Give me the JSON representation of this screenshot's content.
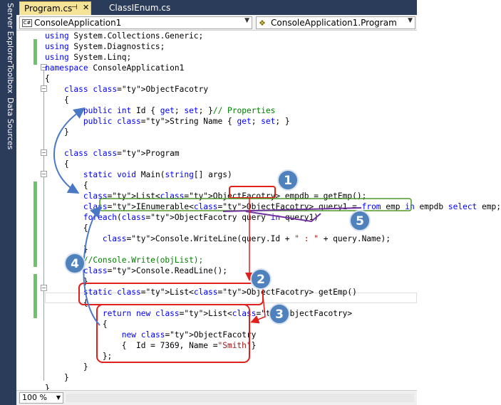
{
  "sidebar": {
    "tabs": [
      {
        "label": "Server Explorer"
      },
      {
        "label": "Toolbox"
      },
      {
        "label": "Data Sources"
      }
    ]
  },
  "tabs": [
    {
      "label": "Program.cs",
      "active": true
    },
    {
      "label": "ClassIEnum.cs",
      "active": false
    }
  ],
  "navbar": {
    "project": "ConsoleApplication1",
    "member": "ConsoleApplication1.Program"
  },
  "status": {
    "zoom": "100 %"
  },
  "code_lines": [
    "using System.Collections.Generic;",
    "using System.Diagnostics;",
    "using System.Linq;",
    "namespace ConsoleApplication1",
    "{",
    "    class ObjectFacotry",
    "    {",
    "        public int Id { get; set; }// Properties",
    "        public String Name { get; set; }",
    "    }",
    "",
    "    class Program",
    "    {",
    "        static void Main(string[] args)",
    "        {",
    "        List<ObjectFacotry> empdb = getEmp();",
    "        IEnumerable<ObjectFacotry> query1 = from emp in empdb select emp;",
    "        foreach(ObjectFacotry query in query1)",
    "        {",
    "            Console.WriteLine(query.Id + \" : \" + query.Name);",
    "        }",
    "        //Console.Write(objList);",
    "        Console.ReadLine();",
    "        }",
    "        static List<ObjectFacotry> getEmp()",
    "        {",
    "            return new List<ObjectFacotry>",
    "            {",
    "                new ObjectFacotry",
    "                {  Id = 7369, Name =\"Smith\"}",
    "            };",
    "        }",
    "    }",
    "}"
  ],
  "annotations": {
    "markers": [
      "1",
      "2",
      "3",
      "4",
      "5"
    ],
    "colors": {
      "red": "#e0201b",
      "blue": "#4a78c4",
      "green": "#4e9a2a",
      "purple": "#7030a0",
      "bubble": "#4f81bd"
    }
  }
}
